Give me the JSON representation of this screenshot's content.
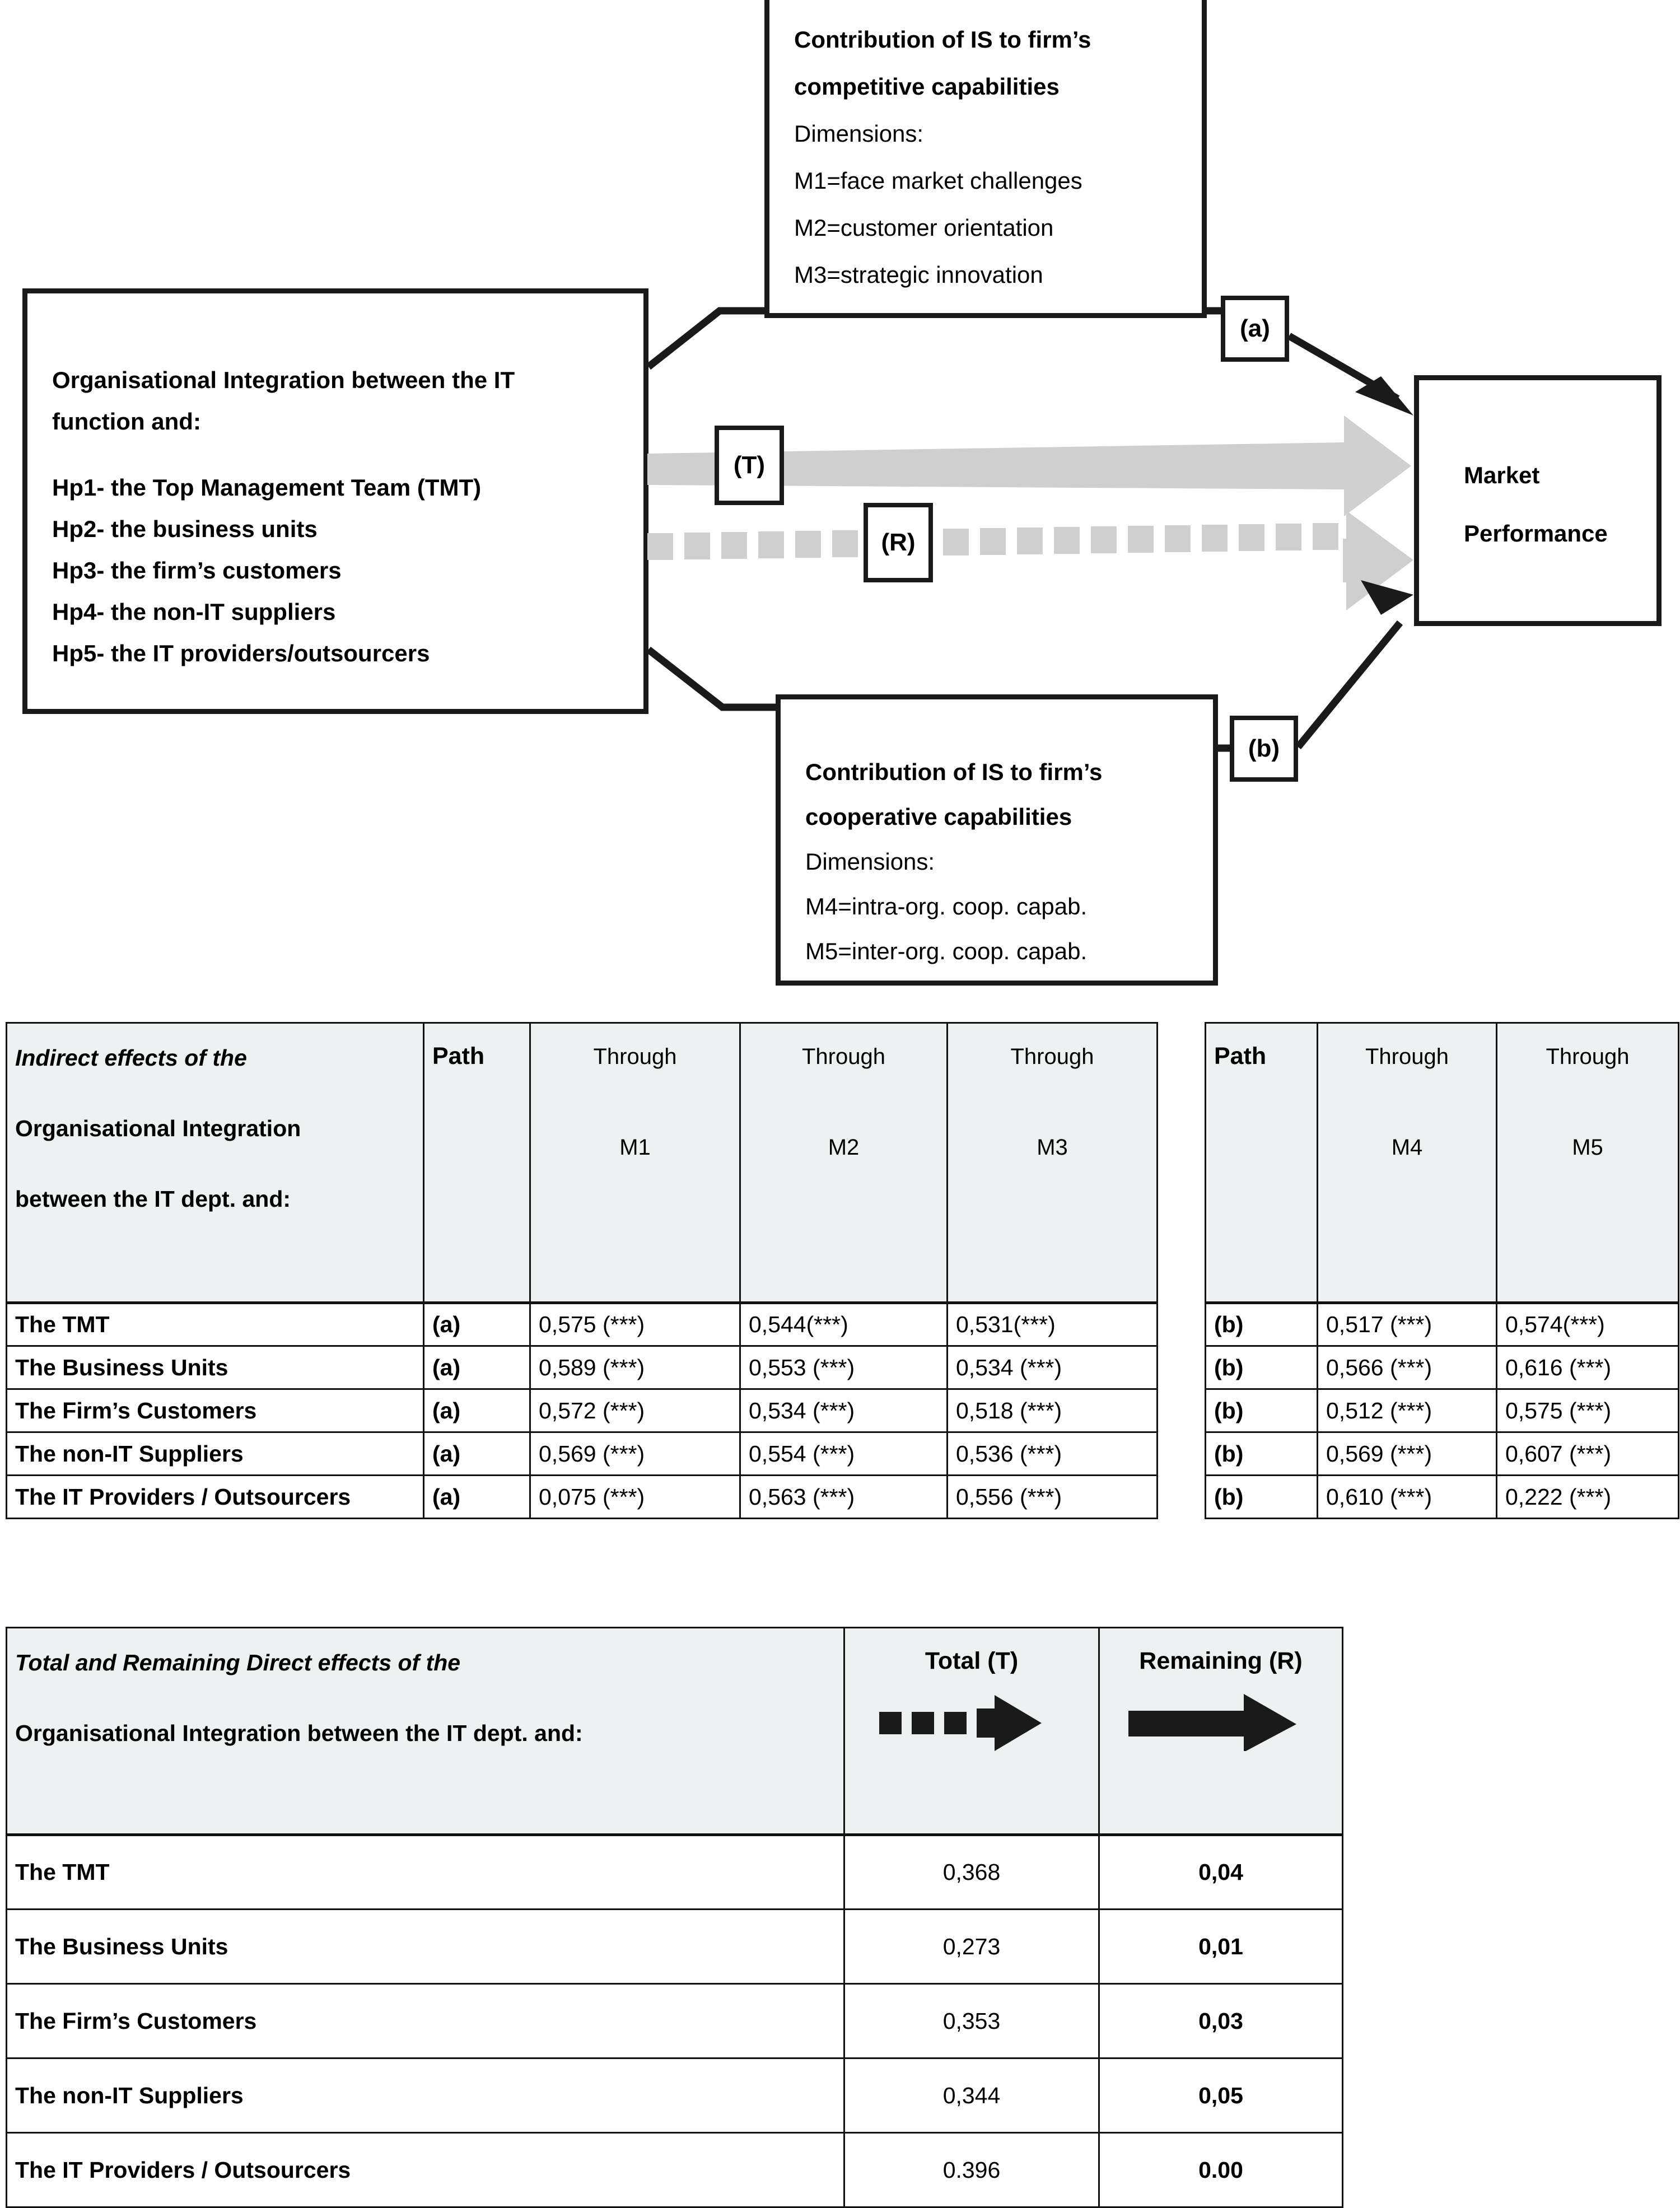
{
  "diagram": {
    "competitive_box": {
      "name": "contribution-competitive-capabilities",
      "lines": [
        {
          "text": "Contribution of IS to firm’s",
          "bold": true
        },
        {
          "text": "competitive capabilities",
          "bold": true
        },
        {
          "text": "Dimensions:",
          "bold": false
        },
        {
          "text": "M1=face market challenges",
          "bold": false
        },
        {
          "text": "M2=customer orientation",
          "bold": false
        },
        {
          "text": "M3=strategic innovation",
          "bold": false
        }
      ]
    },
    "left_box": {
      "name": "organisational-integration",
      "lines": [
        {
          "text": "Organisational Integration between the IT"
        },
        {
          "text": "function and:"
        },
        {
          "text": ""
        },
        {
          "text": "Hp1- the Top Management Team (TMT)"
        },
        {
          "text": "Hp2- the business units"
        },
        {
          "text": "Hp3- the firm’s customers"
        },
        {
          "text": "Hp4- the non-IT suppliers"
        },
        {
          "text": "Hp5- the IT providers/outsourcers"
        }
      ]
    },
    "cooperative_box": {
      "name": "contribution-cooperative-capabilities",
      "lines": [
        {
          "text": "Contribution of IS to firm’s",
          "bold": true
        },
        {
          "text": "cooperative capabilities",
          "bold": true
        },
        {
          "text": "Dimensions:",
          "bold": false
        },
        {
          "text": "M4=intra-org. coop. capab.",
          "bold": false
        },
        {
          "text": "M5=inter-org. coop. capab.",
          "bold": false
        }
      ]
    },
    "market_box": {
      "line1": "Market",
      "line2": "Performance"
    },
    "tags": {
      "a": "(a)",
      "b": "(b)",
      "t": "(T)",
      "r": "(R)"
    },
    "colors": {
      "stroke": "#1a1a1a",
      "gray_arrow": "#cfcfcf"
    }
  },
  "table1": {
    "header": {
      "title": "Indirect effects of the",
      "sub1": "Organisational Integration",
      "sub2": "between the IT dept. and:",
      "path": "Path",
      "through": "Through",
      "m1": "M1",
      "m2": "M2",
      "m3": "M3"
    },
    "rows": [
      {
        "label": "The TMT",
        "path": "(a)",
        "m1": "0,575 (***)",
        "m2": "0,544(***)",
        "m3": "0,531(***)"
      },
      {
        "label": "The Business Units",
        "path": "(a)",
        "m1": "0,589 (***)",
        "m2": "0,553 (***)",
        "m3": "0,534 (***)"
      },
      {
        "label": "The Firm’s Customers",
        "path": "(a)",
        "m1": "0,572 (***)",
        "m2": "0,534 (***)",
        "m3": "0,518 (***)"
      },
      {
        "label": "The non-IT Suppliers",
        "path": "(a)",
        "m1": "0,569 (***)",
        "m2": "0,554 (***)",
        "m3": "0,536 (***)"
      },
      {
        "label": "The IT Providers / Outsourcers",
        "path": "(a)",
        "m1": "0,075 (***)",
        "m2": "0,563 (***)",
        "m3": "0,556 (***)"
      }
    ]
  },
  "table2": {
    "header": {
      "path": "Path",
      "through": "Through",
      "m4": "M4",
      "m5": "M5"
    },
    "rows": [
      {
        "path": "(b)",
        "m4": "0,517 (***)",
        "m5": "0,574(***)"
      },
      {
        "path": "(b)",
        "m4": "0,566 (***)",
        "m5": "0,616 (***)"
      },
      {
        "path": "(b)",
        "m4": "0,512 (***)",
        "m5": "0,575 (***)"
      },
      {
        "path": "(b)",
        "m4": "0,569 (***)",
        "m5": "0,607 (***)"
      },
      {
        "path": "(b)",
        "m4": "0,610 (***)",
        "m5": "0,222 (***)"
      }
    ]
  },
  "table3": {
    "header": {
      "title": "Total and Remaining Direct effects of the",
      "sub": "Organisational Integration between the IT dept. and:",
      "total": "Total (T)",
      "remaining": "Remaining (R)",
      "total_icon": "dashed-arrow-icon",
      "remaining_icon": "solid-arrow-icon"
    },
    "rows": [
      {
        "label": "The TMT",
        "total": "0,368",
        "remaining": "0,04"
      },
      {
        "label": "The Business Units",
        "total": "0,273",
        "remaining": "0,01"
      },
      {
        "label": "The Firm’s Customers",
        "total": "0,353",
        "remaining": "0,03"
      },
      {
        "label": "The non-IT Suppliers",
        "total": "0,344",
        "remaining": "0,05"
      },
      {
        "label": "The IT Providers / Outsourcers",
        "total": "0.396",
        "remaining": "0.00"
      }
    ]
  }
}
